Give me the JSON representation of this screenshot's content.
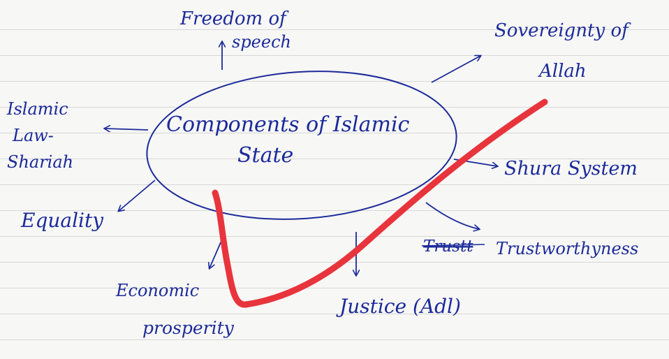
{
  "diagram": {
    "center": {
      "line1": "Components of Islamic",
      "line2": "State"
    },
    "nodes": {
      "freedom_line1": "Freedom of",
      "freedom_line2": "speech",
      "sovereignty_line1": "Sovereignty of",
      "sovereignty_line2": "Allah",
      "law_line1": "Islamic",
      "law_line2": "Law-",
      "law_line3": "Shariah",
      "shura": "Shura System",
      "equality": "Equality",
      "trust_struck": "Trustt",
      "trust": "Trustworthyness",
      "economic_line1": "Economic",
      "economic_line2": "prosperity",
      "justice": "Justice (Adl)"
    }
  },
  "colors": {
    "ink": "#1b2a9a",
    "check_mark": "#e8343c",
    "rule_line": "#d7d7d7",
    "paper": "#f7f7f5"
  }
}
